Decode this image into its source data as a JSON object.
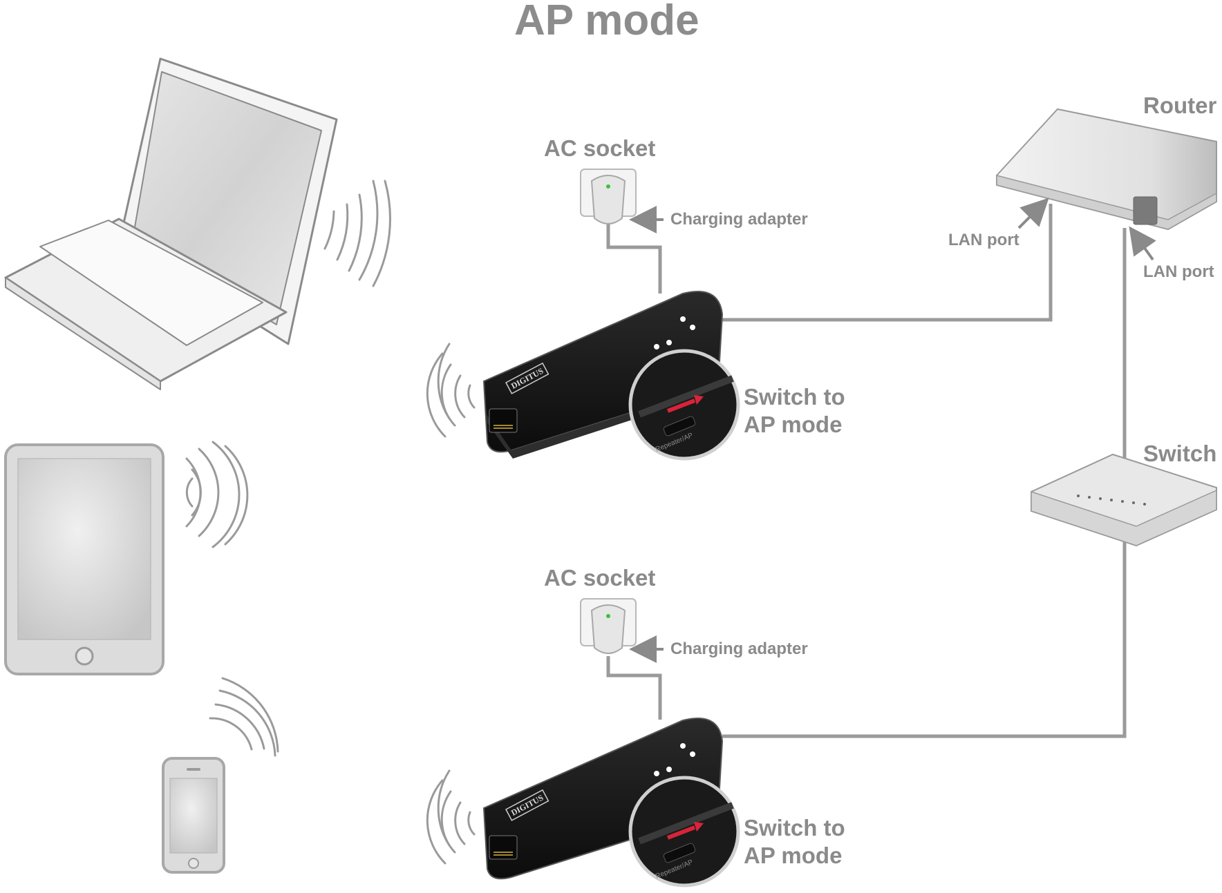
{
  "title": "AP mode",
  "labels": {
    "ac_socket_top": "AC socket",
    "ac_socket_bottom": "AC socket",
    "charging_adapter_top": "Charging adapter",
    "charging_adapter_bottom": "Charging adapter",
    "router": "Router",
    "switch": "Switch",
    "lan_port_left": "LAN port",
    "lan_port_right": "LAN port",
    "switch_to_ap_top": [
      "Switch to",
      "AP mode"
    ],
    "switch_to_ap_bottom": [
      "Switch to",
      "AP mode"
    ],
    "brand_top": "DIGITUS",
    "brand_bottom": "DIGITUS",
    "slider_label_top": "Repeater/AP",
    "slider_label_bottom": "Repeater/AP"
  },
  "colors": {
    "label_gray": "#8a8a8a",
    "cable_gray": "#9a9a9a",
    "device_black": "#1c1c1c",
    "arrow_red": "#d8243a",
    "led_green": "#3fbf3f"
  }
}
